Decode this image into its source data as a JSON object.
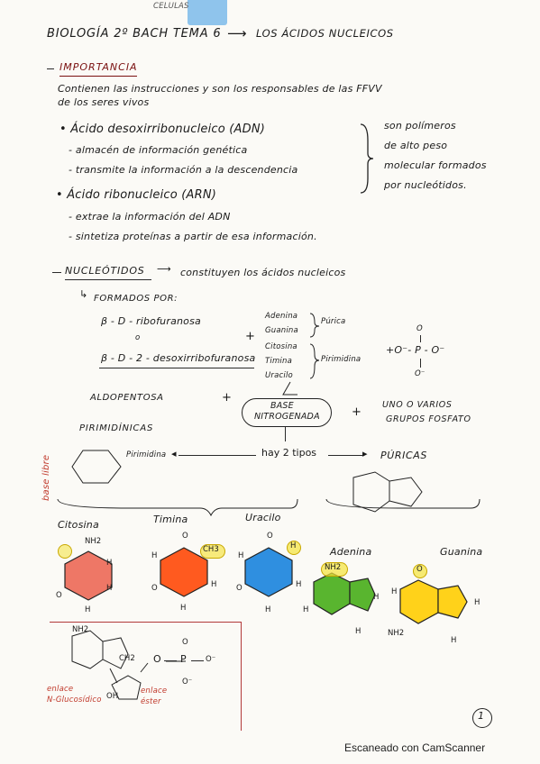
{
  "header": {
    "top_cut": "CELULAS",
    "title": "BIOLOGÍA 2º BACH TEMA 6",
    "arrow": "⟶",
    "topic": "LOS ÁCIDOS NUCLEICOS"
  },
  "importancia": {
    "heading": "IMPORTANCIA",
    "intro_line1": "Contienen las instrucciones y son los responsables de las FFVV",
    "intro_line2": "de los seres vivos",
    "adn": {
      "title": "Ácido desoxirribonucleico (ADN)",
      "items": [
        "almacén de información genética",
        "transmite la información a la descendencia"
      ]
    },
    "arn": {
      "title": "Ácido ribonucleico (ARN)",
      "items": [
        "extrae la información del ADN",
        "sintetiza proteínas a partir de esa información."
      ]
    },
    "side_note": [
      "son polímeros",
      "de alto peso",
      "molecular formados",
      "por nucleótidos."
    ]
  },
  "nucleotidos": {
    "heading": "NUCLEÓTIDOS",
    "desc": "constituyen los ácidos nucleicos",
    "formados": "FORMADOS POR:",
    "sugar1": "β - D - ribofuranosa",
    "or": "o",
    "sugar2": "β - D - 2 - desoxirribofuranosa",
    "plus": "+",
    "bases": [
      "Adenina",
      "Guanina",
      "Citosina",
      "Timina",
      "Uracilo"
    ],
    "purina": "Púrica",
    "pirimidina": "Pirimidina",
    "phosphate": "+O⁻- P - O⁻",
    "phos_top": "O",
    "phos_bottom": "O⁻",
    "aldopentosa": "ALDOPENTOSA",
    "base_box_line1": "BASE",
    "base_box_line2": "NITROGENADA",
    "grupos_line1": "UNO O VARIOS",
    "grupos_line2": "GRUPOS FOSFATO"
  },
  "tipos": {
    "pirimidinicas": "PIRIMIDÍNICAS",
    "pirimidina_label": "Pirimidina",
    "hay": "hay 2 tipos",
    "puricas": "PÚRICAS"
  },
  "moleculas": {
    "citosina": "Citosina",
    "timina": "Timina",
    "uracilo": "Uracilo",
    "adenina": "Adenina",
    "guanina": "Guanina",
    "nh2": "NH2",
    "ch3": "CH3",
    "h": "H",
    "o": "O",
    "side_red": "base libre",
    "enlace_n_line1": "enlace",
    "enlace_n_line2": "N-Glucosídico",
    "enlace_e_line1": "enlace",
    "enlace_e_line2": "éster",
    "ch2": "CH2",
    "oh": "OH"
  },
  "page_number": "1",
  "scanner": "Escaneado con CamScanner",
  "colors": {
    "citosina": "#ee7766",
    "timina": "#ff5a1f",
    "uracilo": "#2f8fe0",
    "adenina": "#59b52f",
    "guanina": "#ffd21a",
    "highlight": "#f4e23a",
    "red_note": "#c0392b"
  }
}
